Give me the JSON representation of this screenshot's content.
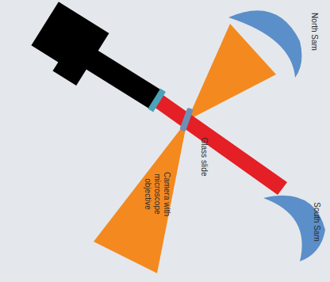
{
  "diagram": {
    "labels": [
      "North Sam",
      "South Sam",
      "Glass slide",
      "Camera with microscope objective"
    ]
  }
}
